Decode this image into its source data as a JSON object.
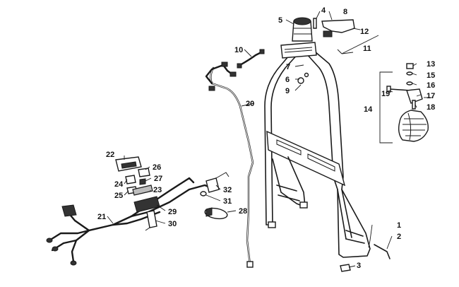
{
  "callouts": [
    {
      "id": "c1",
      "label": "1"
    },
    {
      "id": "c2",
      "label": "2"
    },
    {
      "id": "c3",
      "label": "3"
    },
    {
      "id": "c4",
      "label": "4"
    },
    {
      "id": "c5",
      "label": "5"
    },
    {
      "id": "c6",
      "label": "6"
    },
    {
      "id": "c7",
      "label": "7"
    },
    {
      "id": "c8",
      "label": "8"
    },
    {
      "id": "c9",
      "label": "9"
    },
    {
      "id": "c10",
      "label": "10"
    },
    {
      "id": "c11",
      "label": "11"
    },
    {
      "id": "c12",
      "label": "12"
    },
    {
      "id": "c13",
      "label": "13"
    },
    {
      "id": "c14",
      "label": "14"
    },
    {
      "id": "c15",
      "label": "15"
    },
    {
      "id": "c16",
      "label": "16"
    },
    {
      "id": "c17",
      "label": "17"
    },
    {
      "id": "c18",
      "label": "18"
    },
    {
      "id": "c19",
      "label": "19"
    },
    {
      "id": "c20",
      "label": "20"
    },
    {
      "id": "c21",
      "label": "21"
    },
    {
      "id": "c22",
      "label": "22"
    },
    {
      "id": "c23",
      "label": "23"
    },
    {
      "id": "c24",
      "label": "24"
    },
    {
      "id": "c25",
      "label": "25"
    },
    {
      "id": "c26",
      "label": "26"
    },
    {
      "id": "c27",
      "label": "27"
    },
    {
      "id": "c28",
      "label": "28"
    },
    {
      "id": "c29",
      "label": "29"
    },
    {
      "id": "c30",
      "label": "30"
    },
    {
      "id": "c31",
      "label": "31"
    },
    {
      "id": "c32",
      "label": "32"
    }
  ]
}
